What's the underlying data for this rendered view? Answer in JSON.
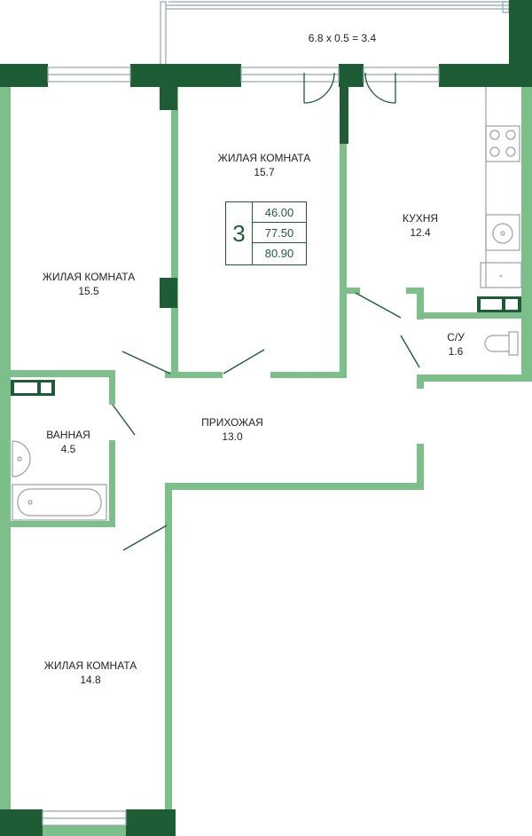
{
  "colors": {
    "wall_light": "#7dbf8a",
    "wall_dark": "#1d5c35",
    "window_frame": "#8fa7ad",
    "fixture_line": "#9aa0a3",
    "text": "#1f1f1f"
  },
  "balcony": {
    "label": "6.8 x 0.5 = 3.4"
  },
  "rooms": [
    {
      "id": "living-room-center",
      "name": "ЖИЛАЯ КОМНАТА",
      "area": "15.7"
    },
    {
      "id": "living-room-left",
      "name": "ЖИЛАЯ КОМНАТА",
      "area": "15.5"
    },
    {
      "id": "kitchen",
      "name": "КУХНЯ",
      "area": "12.4"
    },
    {
      "id": "toilet",
      "name": "С/У",
      "area": "1.6"
    },
    {
      "id": "bathroom",
      "name": "ВАННАЯ",
      "area": "4.5"
    },
    {
      "id": "hallway",
      "name": "ПРИХОЖАЯ",
      "area": "13.0"
    },
    {
      "id": "living-room-bottom",
      "name": "ЖИЛАЯ КОМНАТА",
      "area": "14.8"
    }
  ],
  "summary": {
    "rooms_count": "3",
    "living_area": "46.00",
    "total_area": "77.50",
    "total_with_balcony": "80.90"
  }
}
